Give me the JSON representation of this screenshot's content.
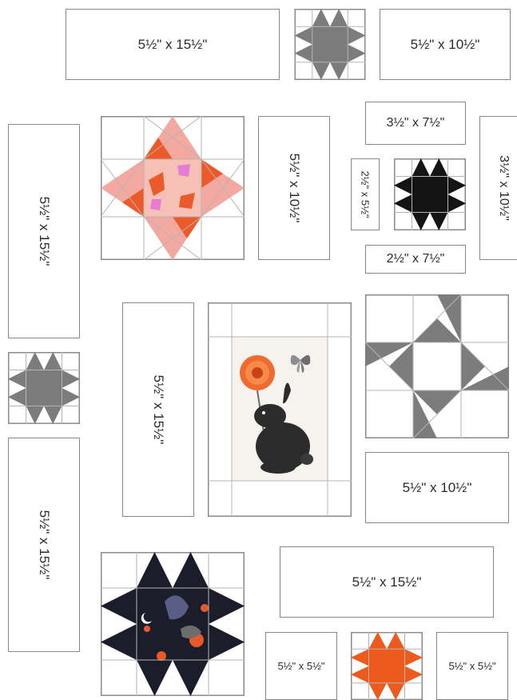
{
  "colors": {
    "outline": "#8a8a8a",
    "seam": "#b5b5b5",
    "background": "#ffffff",
    "gray_star": "#7c7c7c",
    "black_star": "#141414",
    "orange_star": "#ec5a1c",
    "pink_star": "#f4a9a0",
    "pink_accent": "#ec5a2a",
    "navy_star": "#1b1d2b"
  },
  "pieces": {
    "top_left": "5½\" x 15½\"",
    "top_right": "5½\" x 10½\"",
    "upper_small": "3½\" x 7½\"",
    "center_tall": "5½\" x 10½\"",
    "narrow": "2½\" x 5½\"",
    "right_tall": "3½\" x 10½\"",
    "below_small": "2½\" x 7½\"",
    "left_upper": "5½\" x 15½\"",
    "middle_tall": "5½\" x 15½\"",
    "right_mid": "5½\" x 10½\"",
    "left_lower": "5½\" x 15½\"",
    "bottom_wide": "5½\" x 15½\"",
    "bottom_sq_left": "5½\" x 5½\"",
    "bottom_sq_right": "5½\" x 5½\""
  },
  "blocks": {
    "star_top": {
      "icon": "sawtooth-star",
      "color": "gray"
    },
    "star_pink": {
      "icon": "ohio-star-floral",
      "color": "pink"
    },
    "star_black": {
      "icon": "sawtooth-star",
      "color": "black"
    },
    "star_left_small": {
      "icon": "sawtooth-star",
      "color": "gray"
    },
    "rabbit_panel": {
      "icon": "rabbit-flower-butterfly-panel"
    },
    "star_large_gray": {
      "icon": "ohio-star",
      "color": "gray"
    },
    "star_navy": {
      "icon": "sawtooth-star-print",
      "color": "navy"
    },
    "star_orange": {
      "icon": "sawtooth-star",
      "color": "orange"
    }
  }
}
